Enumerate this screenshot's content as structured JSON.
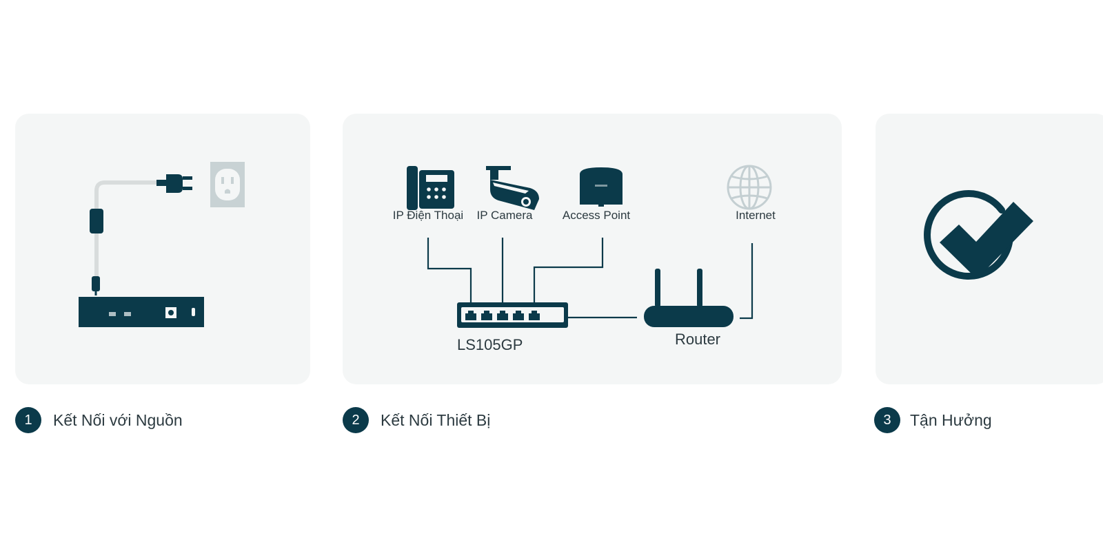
{
  "colors": {
    "primary": "#0b3a4a",
    "card_background": "#f4f6f6",
    "globe": "#c4cfd2",
    "outlet": "#c8d2d4"
  },
  "steps": [
    {
      "number": "1",
      "label": "Kết Nối với Nguồn"
    },
    {
      "number": "2",
      "label": "Kết Nối Thiết Bị"
    },
    {
      "number": "3",
      "label": "Tận Hưởng"
    }
  ],
  "diagram": {
    "devices": [
      {
        "label": "IP Điện Thoại",
        "icon": "ip-phone-icon"
      },
      {
        "label": "IP Camera",
        "icon": "ip-camera-icon"
      },
      {
        "label": "Access Point",
        "icon": "access-point-icon"
      },
      {
        "label": "Internet",
        "icon": "globe-icon"
      }
    ],
    "switch_label": "LS105GP",
    "router_label": "Router"
  },
  "power_card": {
    "icons": [
      "power-plug-icon",
      "wall-outlet-icon",
      "power-adapter-icon",
      "switch-device-icon"
    ]
  },
  "done_card": {
    "icon": "checkmark-icon"
  }
}
